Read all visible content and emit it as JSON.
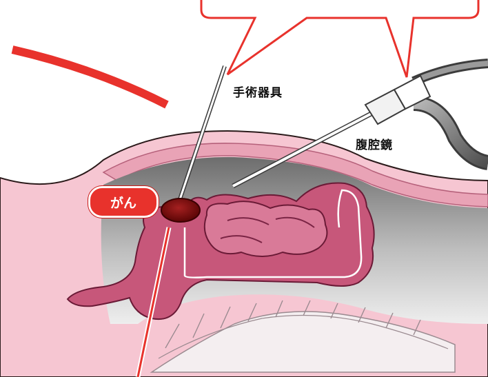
{
  "labels": {
    "surgical_instrument": "手術器具",
    "laparoscope": "腹腔鏡",
    "cancer": "がん"
  },
  "colors": {
    "callout_red": "#e8322c",
    "body_pink": "#f6c6d2",
    "intestine": "#c7577a",
    "tumor": "#7a1010",
    "cavity_gray": "#8a8a8a"
  }
}
